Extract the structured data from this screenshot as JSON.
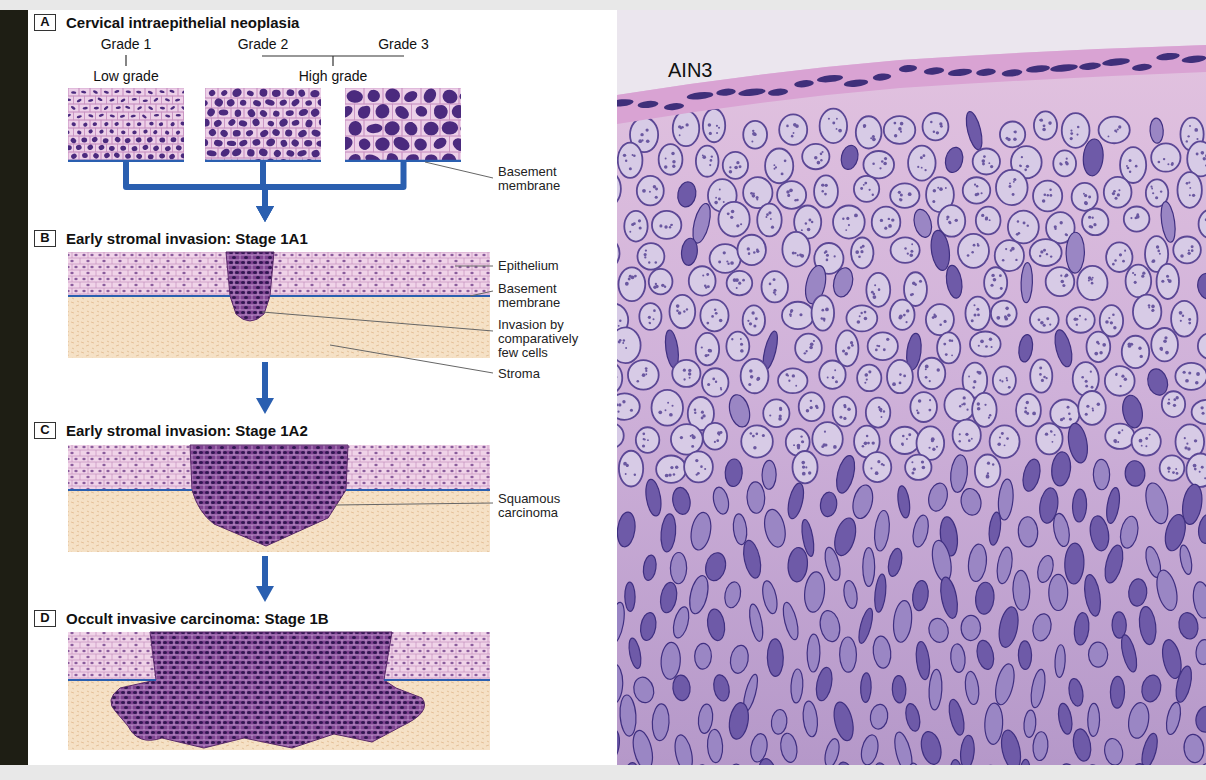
{
  "diagram": {
    "nodes": [
      {
        "text": [
          "A",
          "Cervical intraepithelial neoplasia"
        ]
      },
      {
        "text": [
          "Grade 1",
          "Low grade"
        ],
        "in": 0
      },
      {
        "text": [
          "Grade 2"
        ],
        "in": 0
      },
      {
        "text": [
          "Grade 3"
        ],
        "in": 0
      },
      {
        "text": [
          "B",
          "Early stromal invasion: Stage 1A1"
        ]
      },
      {
        "text": [
          "C",
          "Early stromal invasion: Stage 1A2"
        ]
      },
      {
        "text": [
          "D",
          "Occult invasive carcinoma: Stage 1B"
        ]
      }
    ],
    "edges": [
      {
        "from": 1,
        "to": 4,
        "arrow": "to"
      },
      {
        "from": 2,
        "to": 4,
        "arrow": "to"
      },
      {
        "from": 3,
        "to": 4,
        "arrow": "to"
      },
      {
        "from": 4,
        "to": 5,
        "arrow": "to"
      },
      {
        "from": 5,
        "to": 6,
        "arrow": "to"
      }
    ],
    "labels": [
      "High grade",
      "Basement membrane",
      "Epithelium",
      "Basement membrane",
      "Invasion by comparatively few cells",
      "Stroma",
      "Squamous carcinoma",
      "AIN3"
    ]
  }
}
